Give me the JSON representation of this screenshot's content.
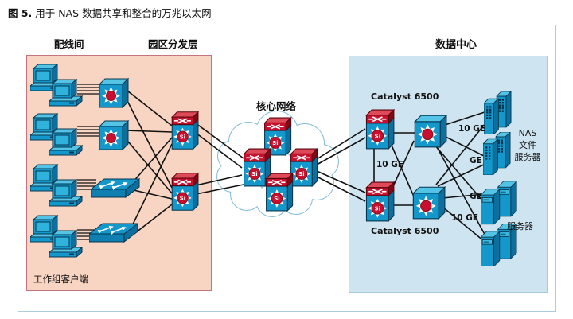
{
  "title": {
    "figure_label": "图 5.",
    "text": " 用于 NAS 数据共享和整合的万兆以太网"
  },
  "sections": {
    "wiring_closet": "配线间",
    "campus_distribution": "园区分发层",
    "data_center": "数据中心",
    "core_network": "核心网络",
    "workgroup_clients": "工作组客户端"
  },
  "devices": {
    "si_label": "Si",
    "catalyst_top": "Catalyst 6500",
    "catalyst_bottom": "Catalyst 6500",
    "nas_file_server_lines": [
      "NAS",
      "文件",
      "服务器"
    ],
    "server": "服务器"
  },
  "links": {
    "hub_top_to_nas1": "10 GE",
    "hub_top_to_nas2": "GE",
    "catalyst_interconnect": "10 GE",
    "hub_bottom_to_server1": "GE",
    "hub_bottom_to_server2": "10 GE"
  },
  "colors": {
    "device_blue_front": "#1498cb",
    "device_blue_top": "#53c3e6",
    "device_blue_side": "#0d6f9e",
    "device_outline": "#07364e",
    "accent_red": "#c8102e",
    "accent_red_dark": "#8c0c1d",
    "wiring_closet_bg": "#f8d5c2",
    "wiring_closet_border": "#c4737f",
    "data_center_bg": "#cfe4f1",
    "cloud_stroke": "#85bcd8",
    "line_color": "#111111"
  }
}
